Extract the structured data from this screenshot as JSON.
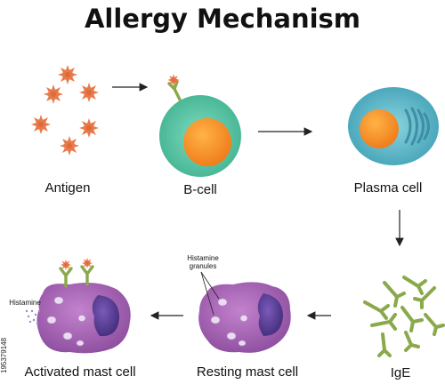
{
  "title": "Allergy Mechanism",
  "labels": {
    "antigen": "Antigen",
    "b_cell": "B-cell",
    "plasma_cell": "Plasma cell",
    "ige": "IgE",
    "resting_mast_cell": "Resting mast cell",
    "activated_mast_cell": "Activated mast cell",
    "histamine_granules": "Histamine granules",
    "histamine": "Histamine"
  },
  "watermark": "195379148",
  "colors": {
    "antigen": "#e87a4a",
    "b_cell_outer": "#5cc9a4",
    "nucleus_orange": "#f07f1e",
    "plasma_cell": "#5bb8c8",
    "antibody": "#8aa94a",
    "mast_cell": "#a05ab0",
    "mast_nucleus": "#5b3a8c"
  }
}
